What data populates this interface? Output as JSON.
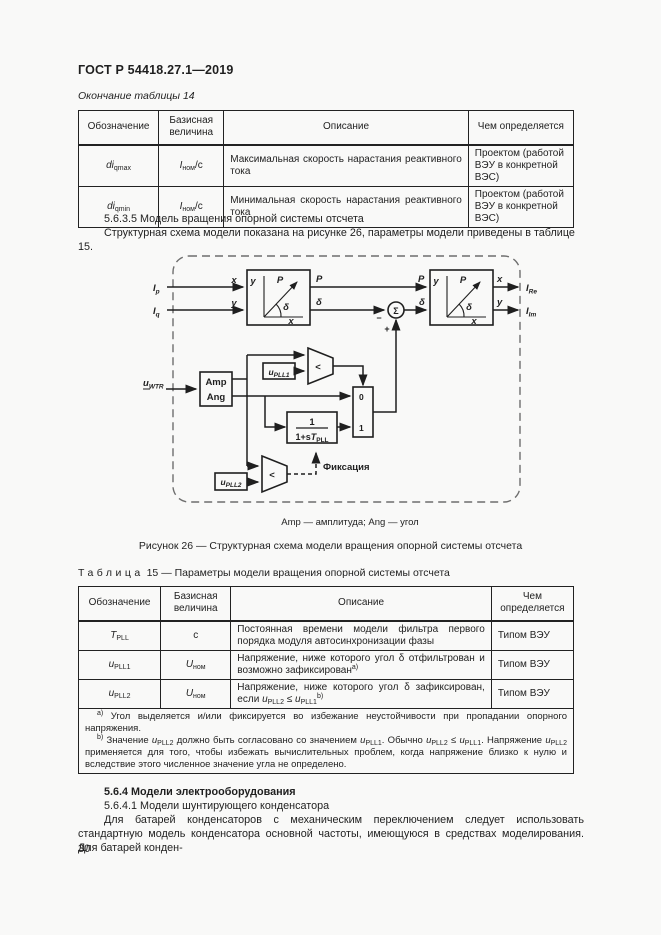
{
  "colors": {
    "ink": "#1f1f1f",
    "page_bg": "#f9f9f8"
  },
  "page": {
    "header": "ГОСТ Р 54418.27.1—2019",
    "continuation_caption": "Окончание таблицы 14",
    "page_number": "30"
  },
  "table14": {
    "headers": [
      "Обозначение",
      "Базисная величина",
      "Описание",
      "Чем определяется"
    ],
    "rows": [
      {
        "sym": "di",
        "sym_sub": "qmax",
        "base": "I",
        "base_sub": "ном",
        "base_suf": "/с",
        "desc": "Максимальная скорость нарастания реактивного тока",
        "by": "Проектом (работой ВЭУ в конкретной ВЭС)"
      },
      {
        "sym": "di",
        "sym_sub": "qmin",
        "base": "I",
        "base_sub": "ном",
        "base_suf": "/с",
        "desc": "Минимальная скорость нарастания реактивного тока",
        "by": "Проектом (работой ВЭУ в конкретной ВЭС)"
      }
    ]
  },
  "section5635": {
    "heading": "5.6.3.5 Модель вращения опорной системы отсчета",
    "body": "Структурная схема модели показана на рисунке 26, параметры модели приведены в таблице 15."
  },
  "figure": {
    "legend": "Amp — амплитуда; Ang — угол",
    "caption": "Рисунок 26 — Структурная схема модели вращения опорной системы отсчета",
    "labels": {
      "ip": "I",
      "ip_sub": "p",
      "iq": "I",
      "iq_sub": "q",
      "uwt": "u",
      "uwt_sub": "WTR",
      "ire": "I",
      "ire_sub": "Re",
      "iim": "I",
      "iim_sub": "Im",
      "x": "x",
      "y": "y",
      "p": "P",
      "delta": "δ",
      "sigma": "Σ",
      "minus": "−",
      "plus": "+",
      "amp": "Amp",
      "ang": "Ang",
      "upll": "u",
      "upll1_sub": "PLL1",
      "upll2_sub": "PLL2",
      "lt": "<",
      "zero": "0",
      "one": "1",
      "frac_num": "1",
      "frac_den_pre": "1+s",
      "frac_den_t": "T",
      "frac_den_sub": "PLL",
      "fix": "Фиксация"
    }
  },
  "table15": {
    "title_label": "Таблица",
    "title_rest": "15 — Параметры модели вращения опорной системы отсчета",
    "headers": [
      "Обозначение",
      "Базисная величина",
      "Описание",
      "Чем определяется"
    ],
    "rows": [
      {
        "sym": "T",
        "sym_sub": "PLL",
        "base": "с",
        "desc": "Постоянная времени модели фильтра первого порядка модуля автосинхронизации фазы",
        "by": "Типом ВЭУ"
      },
      {
        "sym": "u",
        "sym_sub": "PLL1",
        "base": "U",
        "base_sub": "ном",
        "desc": "Напряжение, ниже которого угол δ отфильтрован и возможно зафиксирован",
        "sup": "a)",
        "by": "Типом ВЭУ"
      },
      {
        "sym": "u",
        "sym_sub": "PLL2",
        "base": "U",
        "base_sub": "ном",
        "desc": "Напряжение, ниже которого угол δ зафиксирован, если",
        "f_u": "u",
        "f_sub1": "PLL2",
        "f_le": " ≤ ",
        "f_sub2": "PLL1",
        "sup": "b)",
        "by": "Типом ВЭУ"
      }
    ],
    "footnotes": {
      "a_mark": "a)",
      "a_text": " Угол выделяется и/или фиксируется во избежание неустойчивости при пропадании опорного напряжения.",
      "b_mark": "b)",
      "b1": " Значение ",
      "b_u": "u",
      "b_pll2": "PLL2",
      "b_pll1": "PLL1",
      "b2": " должно быть согласовано со значением ",
      "b3": ". Обычно ",
      "b4": " ≤ ",
      "b5": ". Напряжение ",
      "b6": " применяется для того, чтобы избежать вычислительных проблем, когда напряжение близко к нулю и вследствие этого численное значение угла не определено."
    }
  },
  "section564": {
    "heading": "5.6.4 Модели электрооборудования",
    "sub": "5.6.4.1 Модели шунтирующего конденсатора",
    "body": "Для батарей конденсаторов с механическим переключением следует использовать стандартную модель конденсатора основной частоты, имеющуюся в средствах моделирования. Для батарей конден-"
  }
}
